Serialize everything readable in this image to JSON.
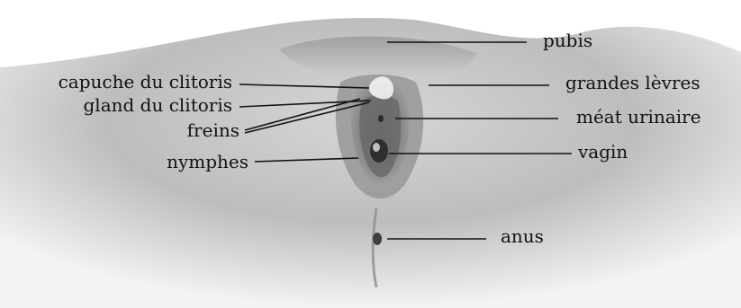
{
  "labels": {
    "pubis": "pubis",
    "grandes_levres": "grandes lèvres",
    "capuche": "capuche du clitoris",
    "gland": "gland du clitoris",
    "freins": "freins",
    "meat": "méat urinaire",
    "vagin": "vagin",
    "nymphes": "nymphes",
    "anus": "anus"
  },
  "colors": {
    "skin_dark": "#7a7a7a",
    "skin_mid": "#bdbdbd",
    "skin_light": "#e9e9e9",
    "line": "#111111"
  }
}
